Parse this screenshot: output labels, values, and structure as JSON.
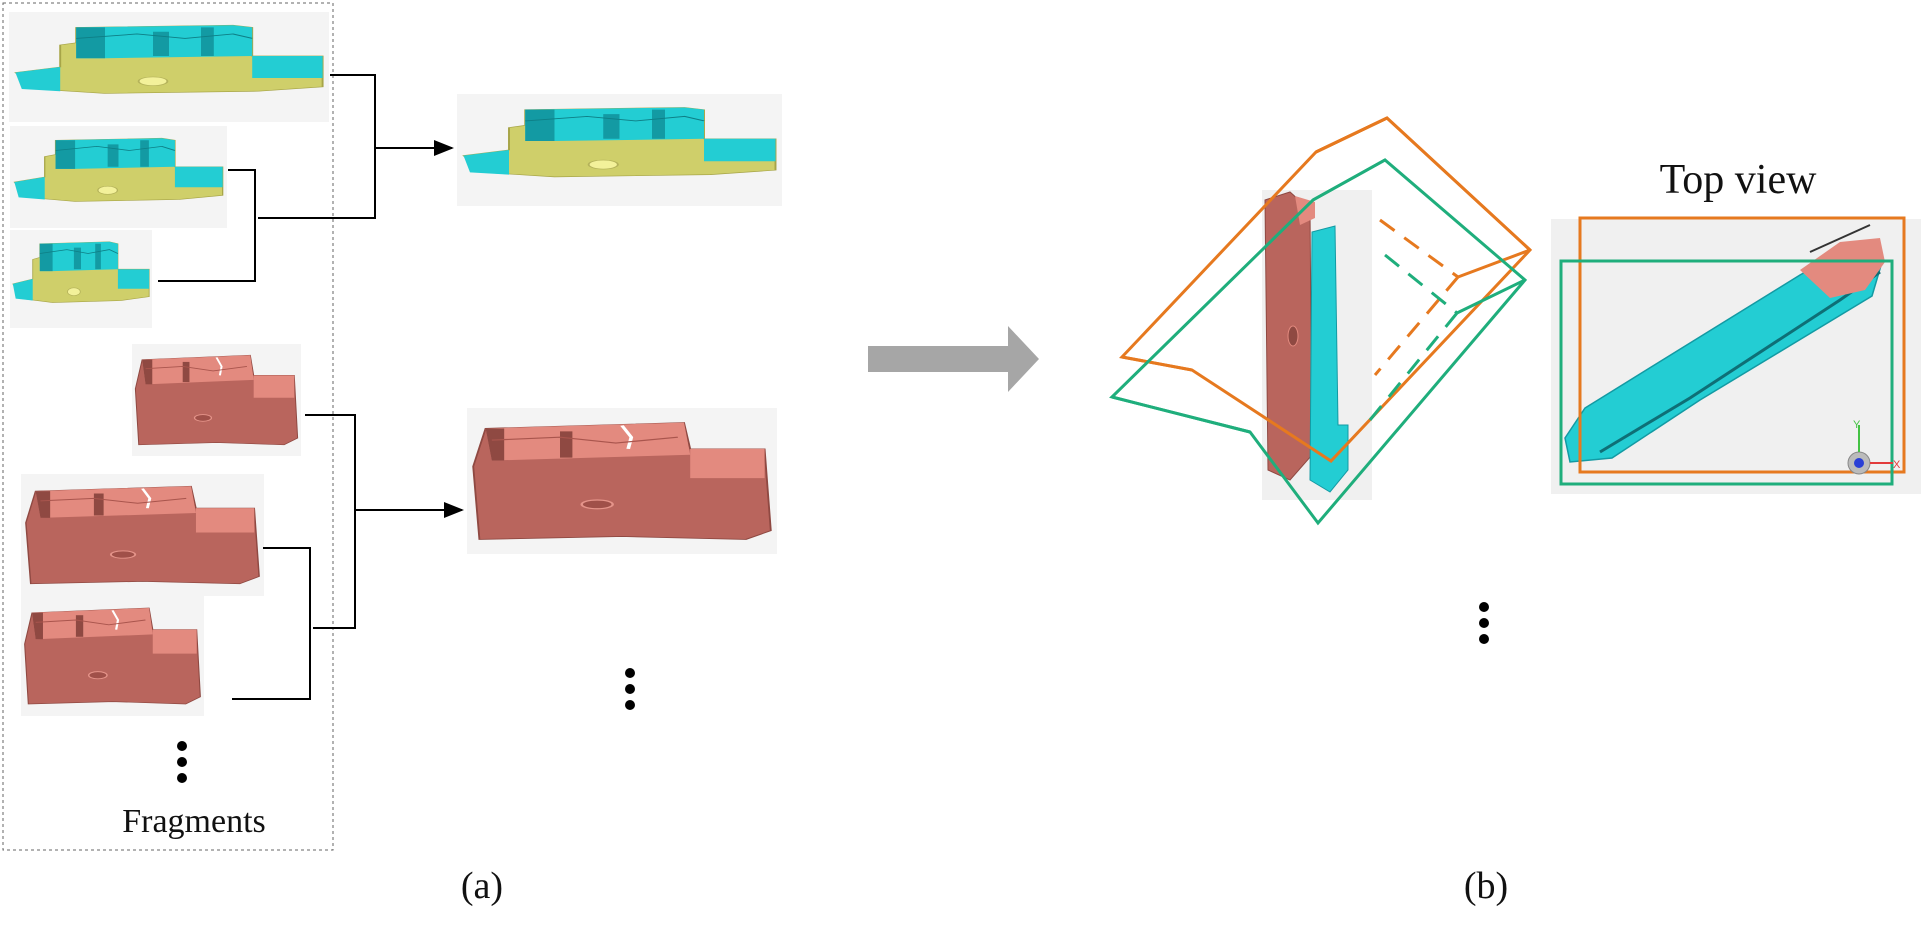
{
  "labels": {
    "fragments": "Fragments",
    "top_view": "Top view",
    "panel_a": "(a)",
    "panel_b": "(b)"
  },
  "colors": {
    "cyan": "#23cdd3",
    "cyan_dark": "#139aa3",
    "yellow": "#cfcf6a",
    "yellow_dark": "#a7a548",
    "brick": "#b9655d",
    "brick_light": "#e38a7f",
    "brick_dark": "#8f4942",
    "panel_bg": "#f2f2f2",
    "orange_box": "#e6791f",
    "green_box": "#1fae7c",
    "arrow_gray": "#a6a6a6",
    "line": "#000000"
  },
  "icons": {
    "ellipsis": "vertical-ellipsis-icon",
    "axis_gizmo": "xyz-axis-gizmo-icon"
  }
}
